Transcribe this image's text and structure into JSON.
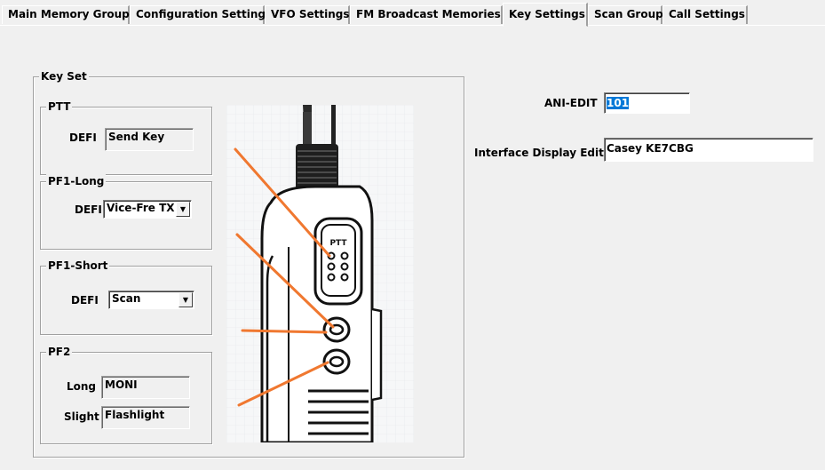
{
  "tabs": [
    {
      "label": "Main Memory Group",
      "active": false
    },
    {
      "label": "Configuration Settings",
      "active": false
    },
    {
      "label": "VFO Settings",
      "active": false
    },
    {
      "label": "FM Broadcast Memories",
      "active": false
    },
    {
      "label": "Key Settings",
      "active": true
    },
    {
      "label": "Scan Group",
      "active": false
    },
    {
      "label": "Call Settings",
      "active": false
    }
  ],
  "keyset": {
    "title": "Key Set",
    "ptt": {
      "title": "PTT",
      "defi_label": "DEFI",
      "defi_value": "Send Key"
    },
    "pf1_long": {
      "title": "PF1-Long",
      "defi_label": "DEFI",
      "defi_value": "Vice-Fre TX"
    },
    "pf1_short": {
      "title": "PF1-Short",
      "defi_label": "DEFI",
      "defi_value": "Scan"
    },
    "pf2": {
      "title": "PF2",
      "long_label": "Long",
      "long_value": "MONI",
      "slight_label": "Slight",
      "slight_value": "Flashlight"
    }
  },
  "ani_edit": {
    "label": "ANI-EDIT",
    "value": "101"
  },
  "interface_display": {
    "label": "Interface Display Edit",
    "value": "Casey KE7CBG"
  },
  "radio_image": {
    "button_text": "PTT"
  },
  "colors": {
    "accent": "#0078d7",
    "pointer_lines": "#f07830"
  }
}
